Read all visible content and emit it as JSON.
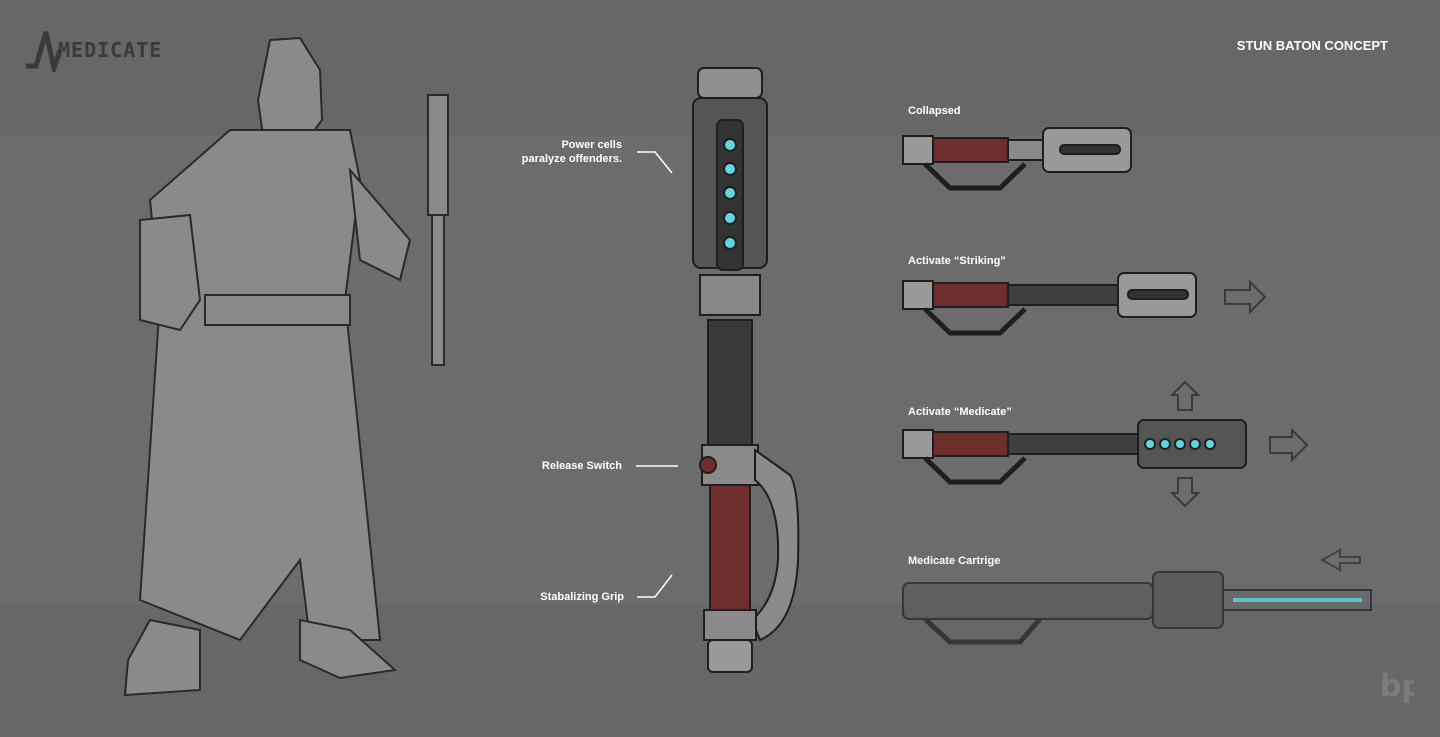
{
  "logo": {
    "text": "MEDICATE"
  },
  "title": "STUN BATON CONCEPT",
  "callouts": {
    "power_cells": [
      "Power cells",
      "paralyze offenders."
    ],
    "release_switch": "Release Switch",
    "grip": "Stabalizing Grip"
  },
  "states": {
    "collapsed": "Collapsed",
    "striking": "Activate “Striking”",
    "medicate": "Activate “Medicate”",
    "cartridge": "Medicate Cartrige"
  },
  "watermark": "bp",
  "colors": {
    "background": "#676767",
    "grip": "#6e2e2e",
    "cell": "#5fd6e0"
  }
}
